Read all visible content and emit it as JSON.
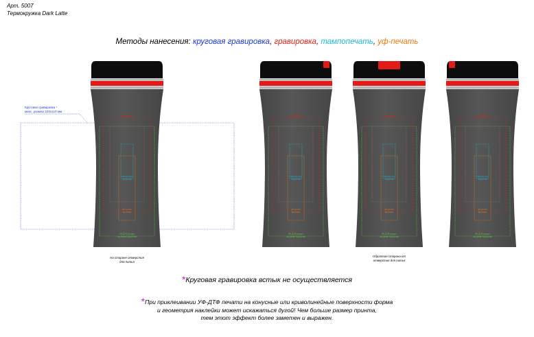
{
  "article": {
    "line1": "Арт. 5007",
    "line2": "Термокружка  Dark Latte"
  },
  "heading": {
    "prefix": "Методы нанесения: ",
    "methods": [
      {
        "text": "круговая гравировка",
        "color": "#1a37d6"
      },
      {
        "sep": ", ",
        "text": "гравировка",
        "color": "#e0231a"
      },
      {
        "sep": ", ",
        "text": "тампопечать",
        "color": "#1fb7d9"
      },
      {
        "sep": ", ",
        "text": "уф-печать",
        "color": "#f07a12"
      }
    ]
  },
  "callout": {
    "line1": "Круговая гравировка",
    "line2": "макс. размер 220х110 мм",
    "star": "*"
  },
  "zone_labels": {
    "engraving": "гравировка",
    "pad_print_1": "тампопечать",
    "pad_print_2": "15х50 мм",
    "uv_print_1": "уф-печать",
    "uv_print_2": "20х70мм",
    "uv_dtf_1": "УФ-ДТФ печать",
    "uv_dtf_2": "на банке 50х55 мм"
  },
  "side_notes": {
    "front_1": "На стороне отверстия",
    "front_2": "для питья",
    "back_1": "Обратная сторона от",
    "back_2": "отверстия для питья"
  },
  "notes": {
    "star": "*",
    "note1": "Круговая гравировка встык не осуществляется",
    "note2_line1": "При приклеивании УФ-ДТФ печати на конусные или криволинейные поверхности форма",
    "note2_line2": "и геометрия наклейки может искажаться дугой! Чем больше размер принта,",
    "note2_line3": "тем этот эффект более заметен и выражен."
  },
  "colors": {
    "mug_body": "#505150",
    "lid": "#0d0d0d",
    "band_red": "#e11b17",
    "band_silver": "#bcbcbc",
    "zone_green": "#5fbf4a",
    "zone_red": "#e0231a",
    "zone_cyan": "#1fb7d9",
    "zone_orange": "#f07a12",
    "wrap_blue": "#2a56d8"
  }
}
